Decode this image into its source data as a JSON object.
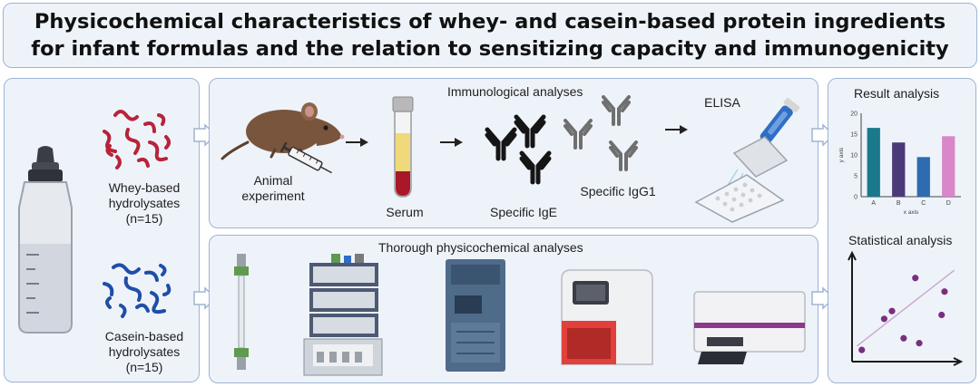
{
  "title": "Physicochemical characteristics of whey- and casein-based protein ingredients for infant formulas and the relation to sensitizing capacity and immunogenicity",
  "left": {
    "whey_label": [
      "Whey-based",
      "hydrolysates",
      "(n=15)"
    ],
    "casein_label": [
      "Casein-based",
      "hydrolysates",
      "(n=15)"
    ]
  },
  "immuno": {
    "header": "Immunological analyses",
    "animal_label": [
      "Animal",
      "experiment"
    ],
    "serum_label": "Serum",
    "ige_label": "Specific IgE",
    "igg1_label": "Specific IgG1",
    "elisa_label": "ELISA"
  },
  "physchem": {
    "header": "Thorough physicochemical analyses"
  },
  "result": {
    "header": "Result analysis",
    "stat_header": "Statistical analysis"
  },
  "chart_data": {
    "type": "bar",
    "categories": [
      "A",
      "B",
      "C",
      "D"
    ],
    "values": [
      16.5,
      13,
      9.5,
      14.5
    ],
    "colors": [
      "#1a7a8c",
      "#4a3a7a",
      "#2e6bb0",
      "#d987c8"
    ],
    "ylim": [
      0,
      20
    ],
    "yticks": [
      0,
      5,
      10,
      15,
      20
    ],
    "xlabel": "x axis",
    "ylabel": "y axis"
  },
  "scatter_data": {
    "type": "scatter",
    "points": [
      [
        1,
        1.2
      ],
      [
        3.3,
        4.4
      ],
      [
        4.1,
        5.2
      ],
      [
        5.3,
        2.4
      ],
      [
        6.5,
        8.6
      ],
      [
        6.9,
        1.9
      ],
      [
        9.2,
        4.8
      ],
      [
        9.5,
        7.2
      ]
    ],
    "xlim": [
      0,
      11
    ],
    "ylim": [
      0,
      11
    ],
    "trend": [
      [
        0.5,
        1.6
      ],
      [
        10.5,
        9.4
      ]
    ],
    "color": "#7a2f7e"
  }
}
